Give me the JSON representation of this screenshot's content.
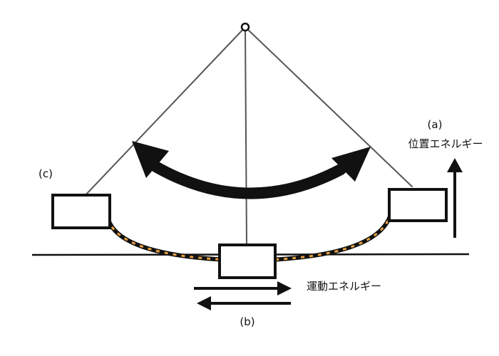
{
  "labels": {
    "a": "(a)",
    "b": "(b)",
    "c": "(c)",
    "potential_energy": "位置エネルギー",
    "kinetic_energy": "運動エネルギー"
  },
  "colors": {
    "line": "#111111",
    "string": "#555555",
    "path_dash": "#e8a040",
    "background": "#ffffff"
  },
  "icons": {
    "pivot": "pivot-ring-icon",
    "swing_arrow": "curved-double-arrow-icon",
    "up_arrow": "arrow-up-icon",
    "right_arrow": "arrow-right-icon",
    "left_arrow": "arrow-left-icon"
  }
}
